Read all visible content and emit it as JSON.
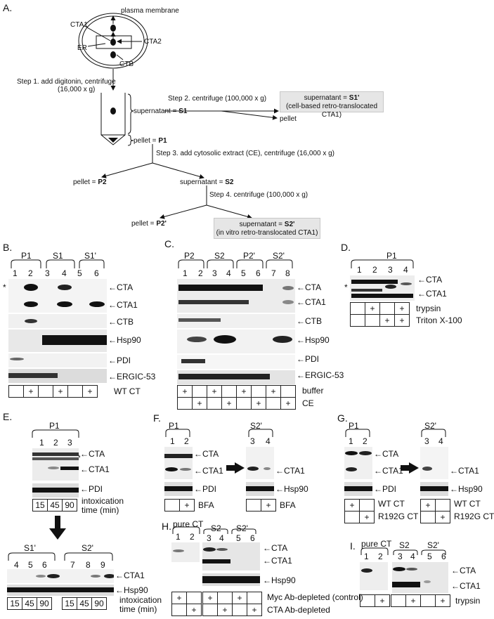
{
  "panels": {
    "A": "A.",
    "B": "B.",
    "C": "C.",
    "D": "D.",
    "E": "E.",
    "F": "F.",
    "G": "G.",
    "H": "H.",
    "I": "I."
  },
  "schematic": {
    "plasma_membrane": "plasma membrane",
    "cta1": "CTA1",
    "er": "ER",
    "cta2": "CTA2",
    "ctb": "CTB",
    "step1_line1": "Step 1. add digitonin, centrifuge",
    "step1_line2": "(16,000 x g)",
    "sup_s1_prefix": "supernatant = ",
    "s1": "S1",
    "step2": "Step 2. centrifuge (100,000 x g)",
    "s1p_box_prefix": "supernatant = ",
    "s1p": "S1'",
    "s1p_box_line2": "(cell-based retro-translocated CTA1)",
    "pellet": "pellet",
    "pellet_p1_prefix": "pellet = ",
    "p1": "P1",
    "step3": "Step 3. add cytosolic extract (CE), centrifuge (16,000 x g)",
    "pellet_p2_prefix": "pellet = ",
    "p2": "P2",
    "sup_s2_prefix": "supernatant = ",
    "s2": "S2",
    "step4": "Step 4. centrifuge (100,000 x g)",
    "pellet_p2p_prefix": "pellet = ",
    "p2p": "P2'",
    "s2p_box_prefix": "supernatant = ",
    "s2p": "S2'",
    "s2p_box_line2": "(in vitro retro-translocated CTA1)"
  },
  "B": {
    "groups": [
      "P1",
      "S1",
      "S1'"
    ],
    "lanes": [
      "1",
      "2",
      "3",
      "4",
      "5",
      "6"
    ],
    "star": "*",
    "bands": [
      "CTA",
      "CTA1",
      "CTB",
      "Hsp90",
      "PDI",
      "ERGIC-53"
    ],
    "row_label": "WT CT",
    "row": [
      "",
      "+",
      "",
      "+",
      "",
      "+"
    ]
  },
  "C": {
    "groups": [
      "P2",
      "S2",
      "P2'",
      "S2'"
    ],
    "lanes": [
      "1",
      "2",
      "3",
      "4",
      "5",
      "6",
      "7",
      "8"
    ],
    "bands": [
      "CTA",
      "CTA1",
      "CTB",
      "Hsp90",
      "PDI",
      "ERGIC-53"
    ],
    "row1_label": "buffer",
    "row1": [
      "+",
      "",
      "+",
      "",
      "+",
      "",
      "+",
      ""
    ],
    "row2_label": "CE",
    "row2": [
      "",
      "+",
      "",
      "+",
      "",
      "+",
      "",
      "+"
    ]
  },
  "D": {
    "group": "P1",
    "lanes": [
      "1",
      "2",
      "3",
      "4"
    ],
    "star": "*",
    "bands": [
      "CTA",
      "CTA1"
    ],
    "row1_label": "trypsin",
    "row1": [
      "",
      "+",
      "",
      "+"
    ],
    "row2_label": "Triton X-100",
    "row2": [
      "",
      "",
      "+",
      "+"
    ]
  },
  "E": {
    "group": "P1",
    "lanes": [
      "1",
      "2",
      "3"
    ],
    "star": "*",
    "bands": [
      "CTA",
      "CTA1",
      "PDI"
    ],
    "times": [
      "15",
      "45",
      "90"
    ],
    "time_label_1": "intoxication",
    "time_label_2": "time (min)",
    "bottom_groups": [
      "S1'",
      "S2'"
    ],
    "bottom_lanes": [
      "4",
      "5",
      "6",
      "7",
      "8",
      "9"
    ],
    "bottom_bands": [
      "CTA1",
      "Hsp90"
    ],
    "bottom_times": [
      "15",
      "45",
      "90",
      "15",
      "45",
      "90"
    ]
  },
  "F": {
    "left_group": "P1",
    "left_lanes": [
      "1",
      "2"
    ],
    "left_bands": [
      "CTA",
      "CTA1",
      "PDI"
    ],
    "right_group": "S2'",
    "right_lanes": [
      "3",
      "4"
    ],
    "right_bands": [
      "CTA1",
      "Hsp90"
    ],
    "row_label": "BFA",
    "left_row": [
      "",
      "+"
    ],
    "right_row": [
      "",
      "+"
    ]
  },
  "G": {
    "left_group": "P1",
    "left_lanes": [
      "1",
      "2"
    ],
    "left_bands": [
      "CTA",
      "CTA1",
      "PDI"
    ],
    "right_group": "S2'",
    "right_lanes": [
      "3",
      "4"
    ],
    "right_bands": [
      "CTA1",
      "Hsp90"
    ],
    "row1_label": "WT CT",
    "row2_label": "R192G CT",
    "left_row1": [
      "+",
      ""
    ],
    "left_row2": [
      "",
      "+"
    ],
    "right_row1": [
      "+",
      ""
    ],
    "right_row2": [
      "",
      "+"
    ]
  },
  "H": {
    "groups": [
      "pure CT",
      "S2",
      "S2'"
    ],
    "lanes": [
      "1",
      "2",
      "3",
      "4",
      "5",
      "6"
    ],
    "bands": [
      "CTA",
      "CTA1",
      "Hsp90"
    ],
    "row1_label": "Myc Ab-depleted (control)",
    "row2_label": "CTA Ab-depleted",
    "row1": [
      "+",
      "",
      "+",
      "",
      "+",
      ""
    ],
    "row2": [
      "",
      "+",
      "",
      "+",
      "",
      "+"
    ]
  },
  "I": {
    "groups": [
      "pure CT",
      "S2",
      "S2'"
    ],
    "lanes": [
      "1",
      "2",
      "3",
      "4",
      "5",
      "6"
    ],
    "bands": [
      "CTA",
      "CTA1"
    ],
    "row_label": "trypsin",
    "row": [
      "",
      "+",
      "",
      "+",
      "",
      "+"
    ]
  }
}
